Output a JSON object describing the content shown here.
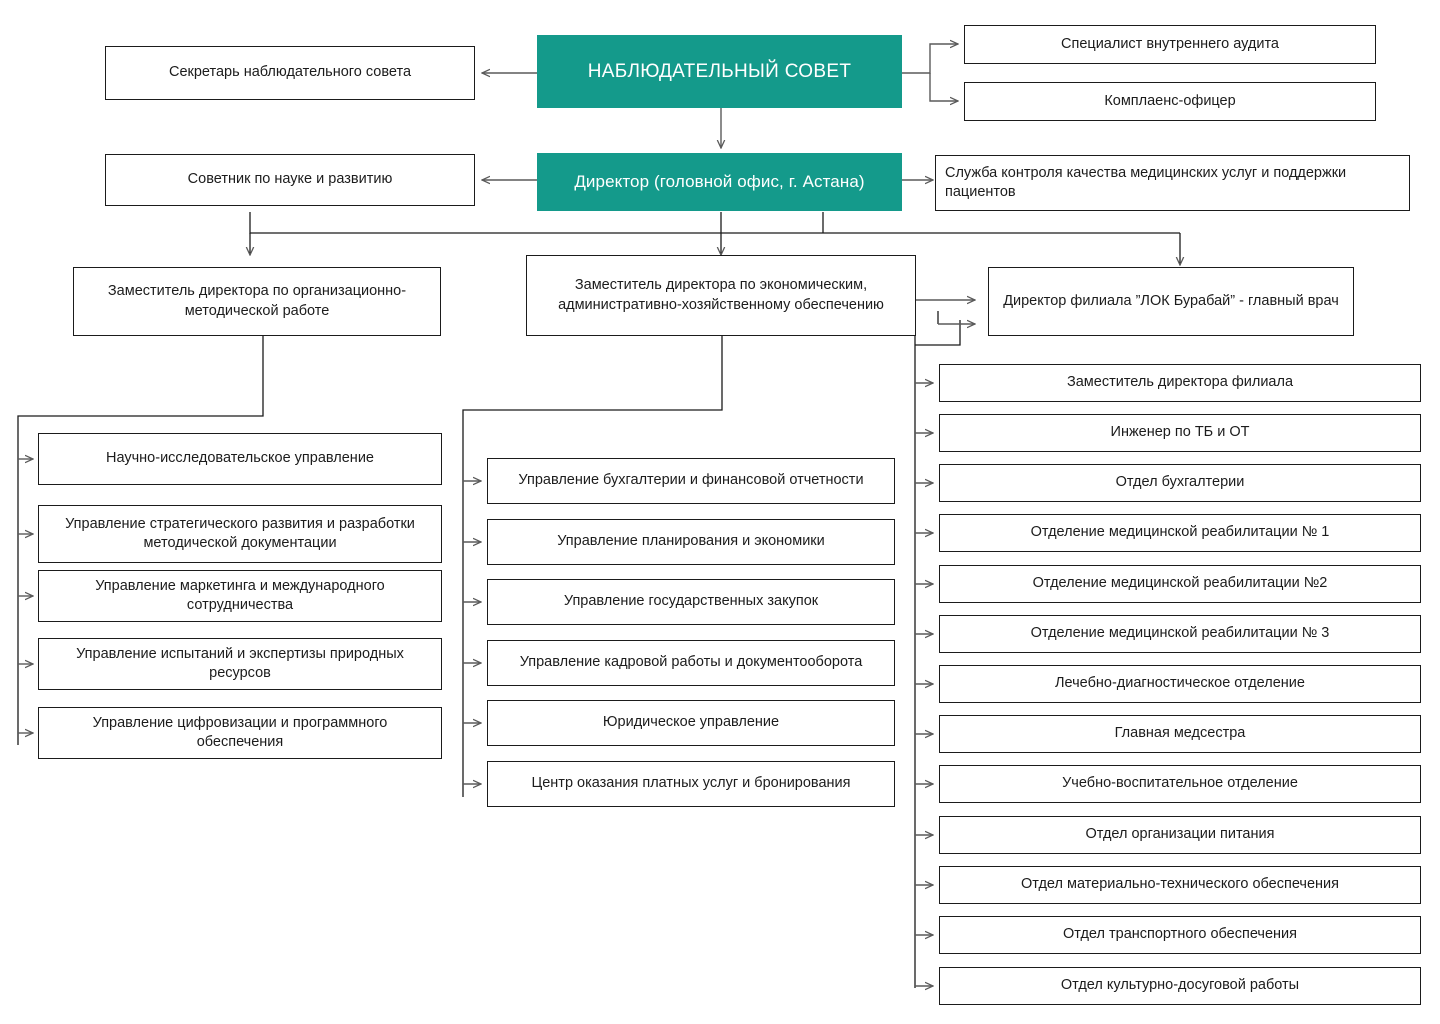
{
  "meta": {
    "title": "Организационная структура",
    "accent_color": "#149A8B",
    "line_color": "#5a5a5a",
    "box_border_color": "#1b1b1b",
    "text_color": "#1c1c1c",
    "background": "#ffffff"
  },
  "nodes": {
    "supervisory_board": "НАБЛЮДАТЕЛЬНЫЙ СОВЕТ",
    "board_secretary": "Секретарь наблюдательного совета",
    "internal_audit_specialist": "Специалист внутреннего аудита",
    "compliance_officer": "Комплаенс-офицер",
    "director": "Директор (головной офис, г. Астана)",
    "science_advisor": "Советник по науке и развитию",
    "quality_control_service": "Служба контроля качества медицинских услуг и поддержки пациентов",
    "deputy_method": "Заместитель директора по организационно-методической работе",
    "deputy_economic": "Заместитель директора по экономическим, административно-хозяйственному обеспечению",
    "branch_director": "Директор филиала ”ЛОК Бурабай” - главный врач"
  },
  "left_group": {
    "parent": "deputy_method",
    "items": [
      "Научно-исследовательское управление",
      "Управление стратегического развития и разработки методической документации",
      "Управление маркетинга и международного сотрудничества",
      "Управление испытаний и экспертизы природных ресурсов",
      "Управление цифровизации и программного обеспечения"
    ]
  },
  "middle_group": {
    "parent": "deputy_economic",
    "items": [
      "Управление бухгалтерии и финансовой отчетности",
      "Управление планирования и экономики",
      "Управление государственных закупок",
      "Управление кадровой работы и документооборота",
      "Юридическое управление",
      "Центр оказания платных услуг и бронирования"
    ]
  },
  "right_group": {
    "parent": "branch_director",
    "items": [
      "Заместитель директора филиала",
      "Инженер по ТБ и ОТ",
      "Отдел бухгалтерии",
      "Отделение медицинской реабилитации № 1",
      "Отделение медицинской реабилитации №2",
      "Отделение медицинской реабилитации № 3",
      "Лечебно-диагностическое отделение",
      "Главная медсестра",
      "Учебно-воспитательное отделение",
      "Отдел организации питания",
      "Отдел материально-технического обеспечения",
      "Отдел транспортного обеспечения",
      "Отдел культурно-досуговой работы"
    ]
  }
}
